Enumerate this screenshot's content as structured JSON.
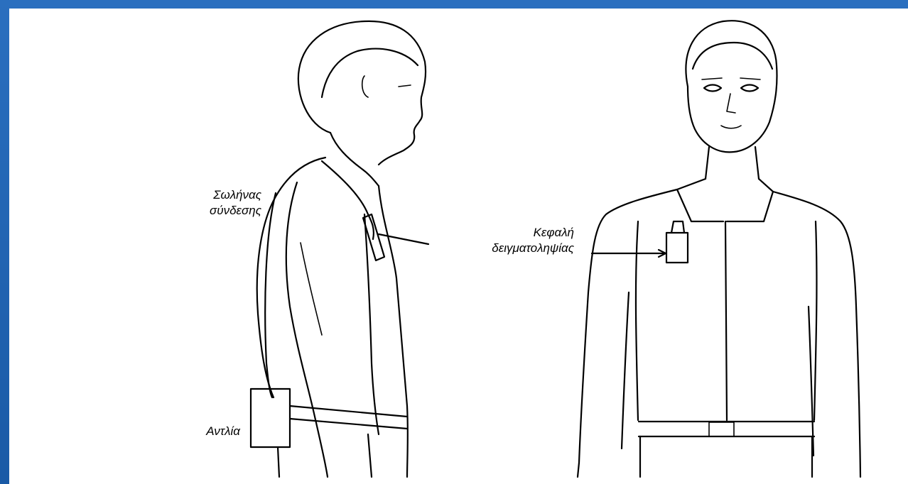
{
  "colors": {
    "background": "#1f5fa8",
    "canvas": "#ffffff",
    "ink": "#000000"
  },
  "labels": {
    "tube": {
      "line1": "Σωλήνας",
      "line2": "σύνδεσης"
    },
    "head": {
      "line1": "Κεφαλή",
      "line2": "δειγματοληψίας"
    },
    "pump": "Αντλία"
  }
}
